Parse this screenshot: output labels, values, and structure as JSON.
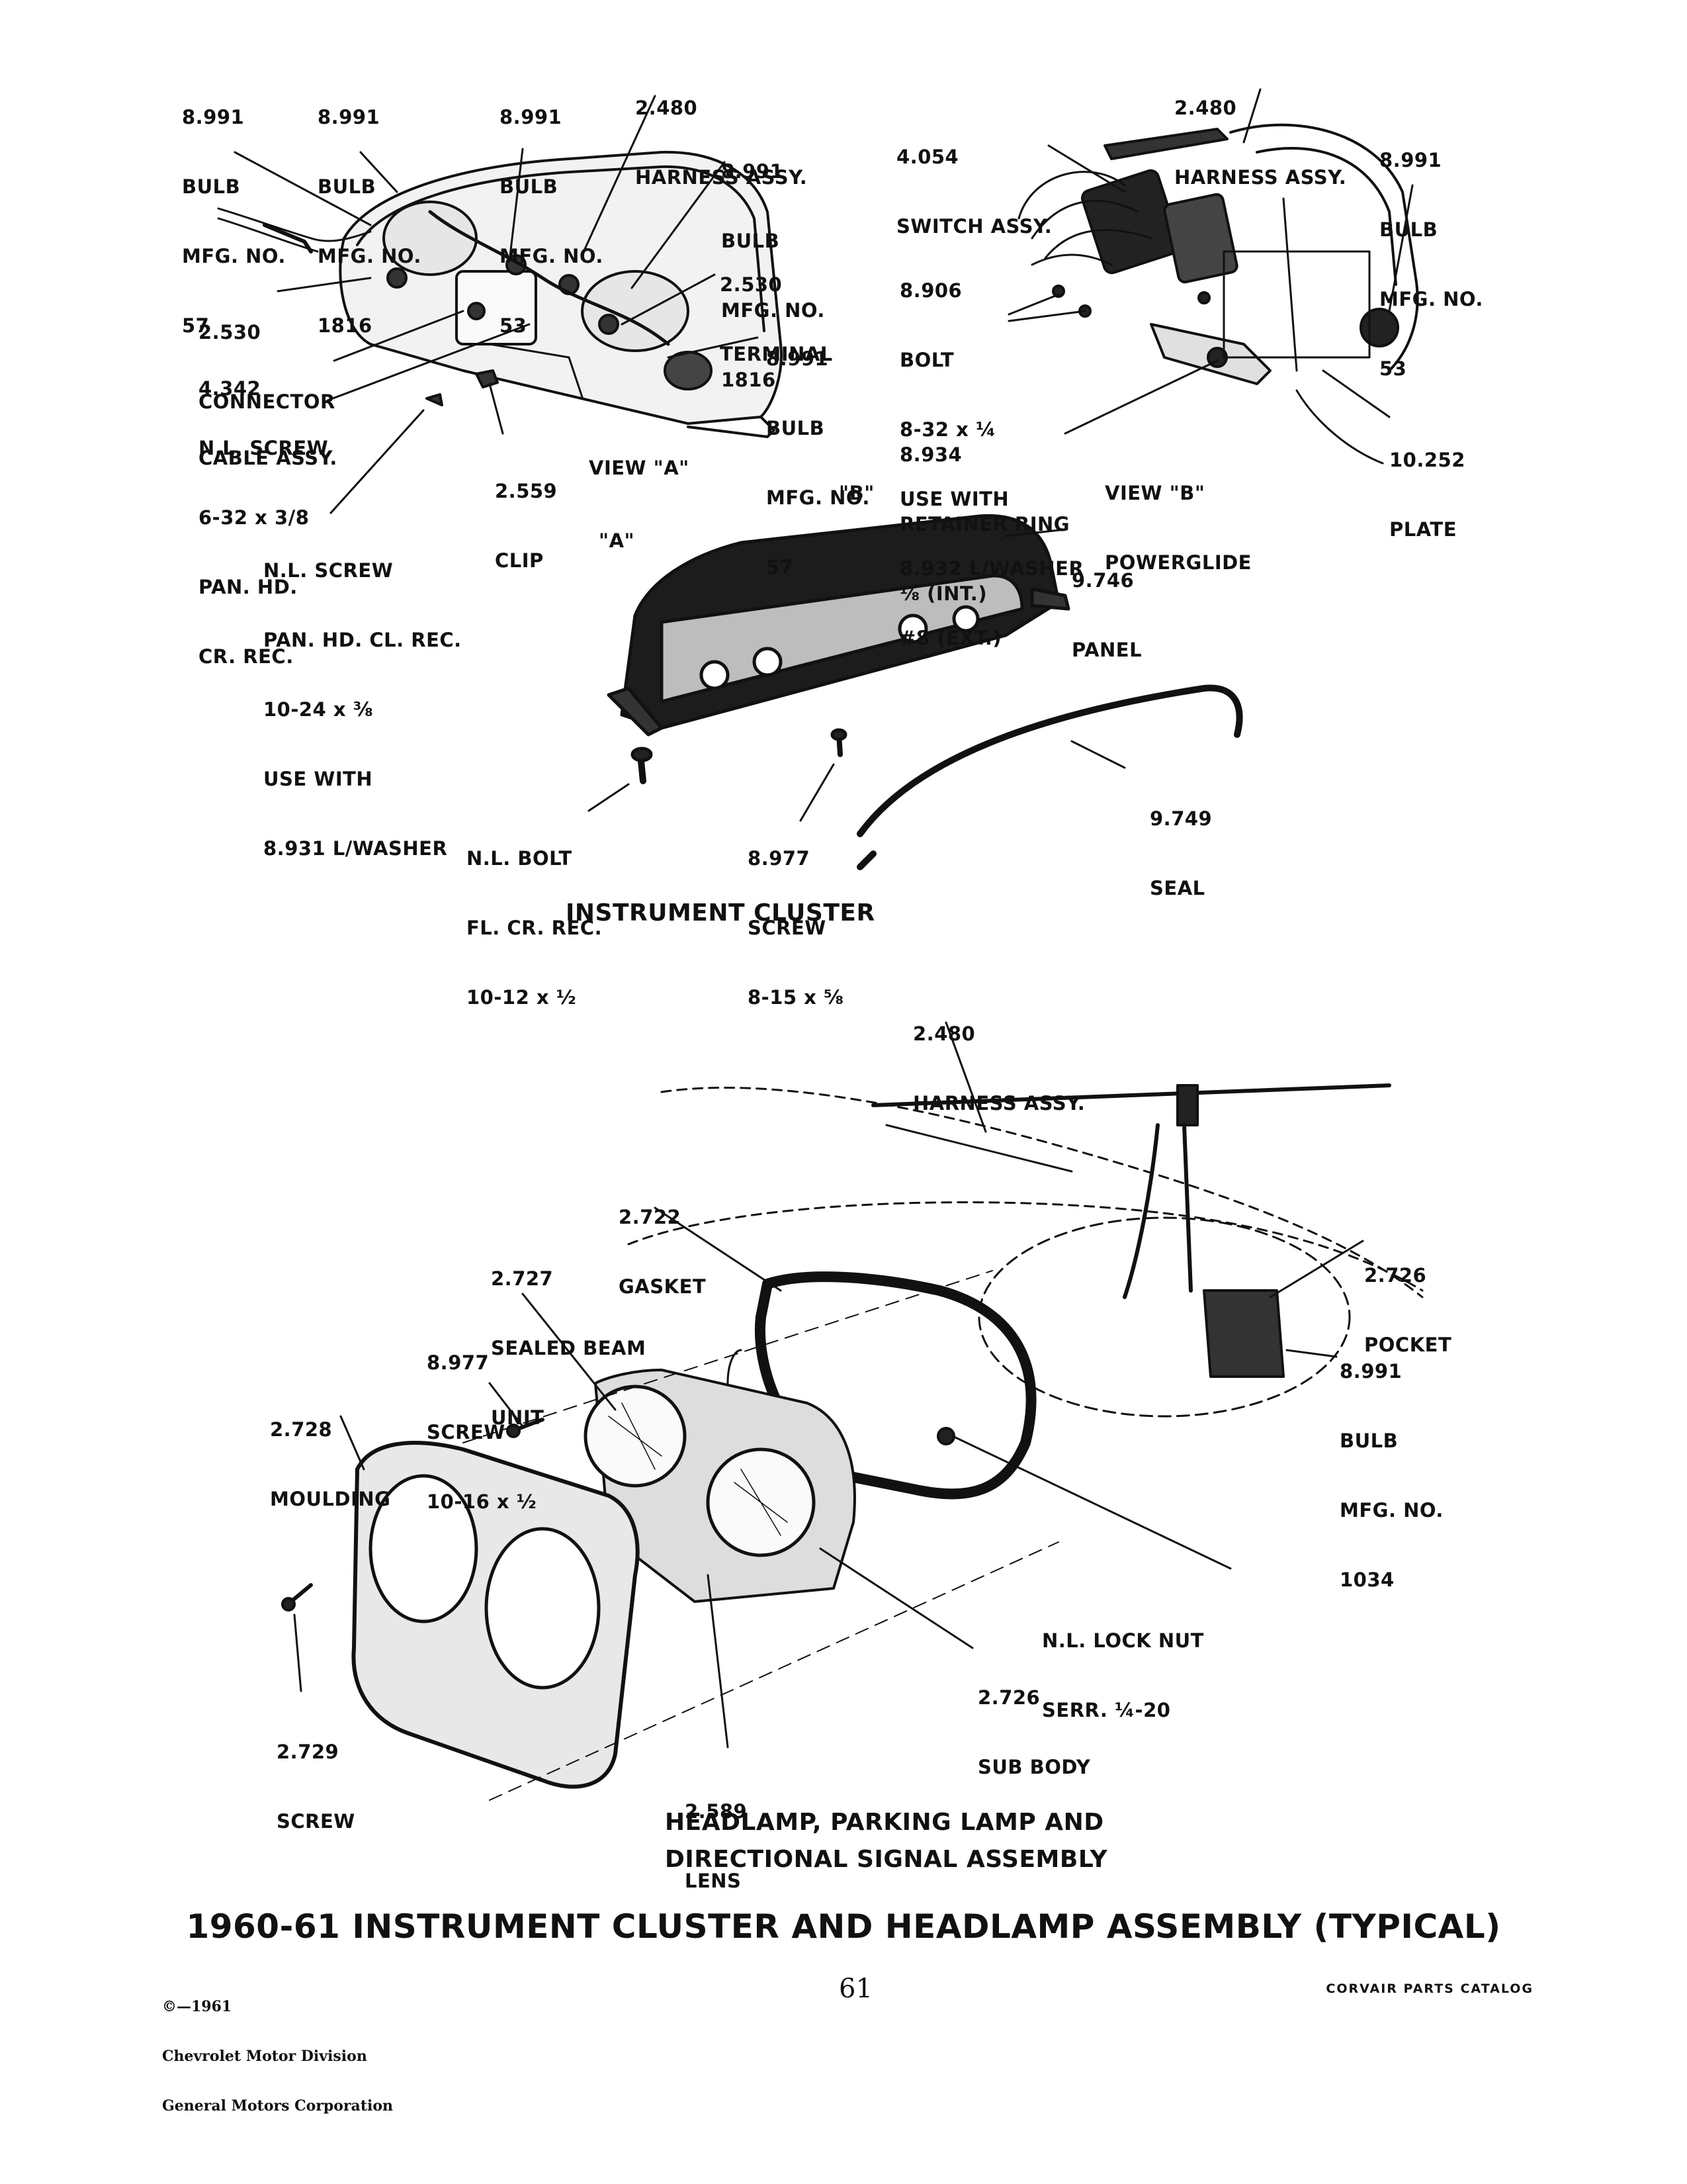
{
  "instrument_cluster": {
    "caption": "INSTRUMENT CLUSTER",
    "view_a_label": "VIEW \"A\"",
    "view_b_label": [
      "VIEW \"B\"",
      "POWERGLIDE"
    ],
    "marker_a": "\"A\"",
    "marker_b": "\"B\"",
    "callouts": [
      {
        "id": "bulb-57-left",
        "lines": [
          "8.991",
          "BULB",
          "MFG. NO.",
          "57"
        ]
      },
      {
        "id": "bulb-1816-left",
        "lines": [
          "8.991",
          "BULB",
          "MFG. NO.",
          "1816"
        ]
      },
      {
        "id": "bulb-53-left",
        "lines": [
          "8.991",
          "BULB",
          "MFG. NO.",
          "53"
        ]
      },
      {
        "id": "harness-a",
        "lines": [
          "2.480",
          "HARNESS ASSY."
        ]
      },
      {
        "id": "bulb-1816-right",
        "lines": [
          "8.991",
          "BULB",
          "MFG. NO.",
          "1816"
        ]
      },
      {
        "id": "terminal",
        "lines": [
          "2.530",
          "TERMINAL"
        ]
      },
      {
        "id": "connector",
        "lines": [
          "2.530",
          "CONNECTOR"
        ]
      },
      {
        "id": "cable",
        "lines": [
          "4.342",
          "CABLE ASSY."
        ]
      },
      {
        "id": "nl-screw-632",
        "lines": [
          "N.L. SCREW",
          "6-32 x 3/8",
          "PAN. HD.",
          "CR. REC."
        ]
      },
      {
        "id": "clip",
        "lines": [
          "2.559",
          "CLIP"
        ]
      },
      {
        "id": "bulb-57-right",
        "lines": [
          "8.991",
          "BULB",
          "MFG. NO.",
          "57"
        ]
      },
      {
        "id": "nl-screw-1024",
        "lines": [
          "N.L. SCREW",
          "PAN. HD. CL. REC.",
          "10-24 x ⅜",
          "USE WITH",
          "8.931 L/WASHER"
        ]
      },
      {
        "id": "switch",
        "lines": [
          "4.054",
          "SWITCH ASSY."
        ]
      },
      {
        "id": "harness-b",
        "lines": [
          "2.480",
          "HARNESS ASSY."
        ]
      },
      {
        "id": "bulb-53-b",
        "lines": [
          "8.991",
          "BULB",
          "MFG. NO.",
          "53"
        ]
      },
      {
        "id": "bolt-832",
        "lines": [
          "8.906",
          "BOLT",
          "8-32 x ¼",
          "USE WITH",
          "8.932 L/WASHER",
          "#8 (EXT.)"
        ]
      },
      {
        "id": "retainer-ring",
        "lines": [
          "8.934",
          "RETAINER RING",
          "⅛ (INT.)"
        ]
      },
      {
        "id": "plate",
        "lines": [
          "10.252",
          "PLATE"
        ]
      },
      {
        "id": "panel",
        "lines": [
          "9.746",
          "PANEL"
        ]
      },
      {
        "id": "seal",
        "lines": [
          "9.749",
          "SEAL"
        ]
      },
      {
        "id": "nl-bolt",
        "lines": [
          "N.L. BOLT",
          "FL. CR. REC.",
          "10-12 x ½"
        ]
      },
      {
        "id": "screw-815",
        "lines": [
          "8.977",
          "SCREW",
          "8-15 x ⅝"
        ]
      }
    ]
  },
  "headlamp": {
    "caption_lines": [
      "HEADLAMP, PARKING LAMP AND",
      "DIRECTIONAL SIGNAL ASSEMBLY"
    ],
    "callouts": [
      {
        "id": "harness-h",
        "lines": [
          "2.480",
          "HARNESS ASSY."
        ]
      },
      {
        "id": "gasket",
        "lines": [
          "2.722",
          "GASKET"
        ]
      },
      {
        "id": "sealed-beam",
        "lines": [
          "2.727",
          "SEALED BEAM",
          "UNIT"
        ]
      },
      {
        "id": "pocket",
        "lines": [
          "2.726",
          "POCKET"
        ]
      },
      {
        "id": "screw-1016",
        "lines": [
          "8.977",
          "SCREW",
          "10-16 x ½"
        ]
      },
      {
        "id": "moulding",
        "lines": [
          "2.728",
          "MOULDING"
        ]
      },
      {
        "id": "bulb-1034",
        "lines": [
          "8.991",
          "BULB",
          "MFG. NO.",
          "1034"
        ]
      },
      {
        "id": "lock-nut",
        "lines": [
          "N.L. LOCK NUT",
          "SERR. ¼-20"
        ]
      },
      {
        "id": "sub-body",
        "lines": [
          "2.726",
          "SUB BODY"
        ]
      },
      {
        "id": "screw-2729",
        "lines": [
          "2.729",
          "SCREW"
        ]
      },
      {
        "id": "lens",
        "lines": [
          "2.589",
          "LENS"
        ]
      }
    ]
  },
  "page_title": "1960-61 INSTRUMENT CLUSTER AND HEADLAMP ASSEMBLY (TYPICAL)",
  "footer": {
    "copyright_lines": [
      "©—1961",
      "Chevrolet Motor Division",
      "General Motors Corporation"
    ],
    "page_number": "61",
    "catalog_name": "CORVAIR PARTS CATALOG"
  }
}
